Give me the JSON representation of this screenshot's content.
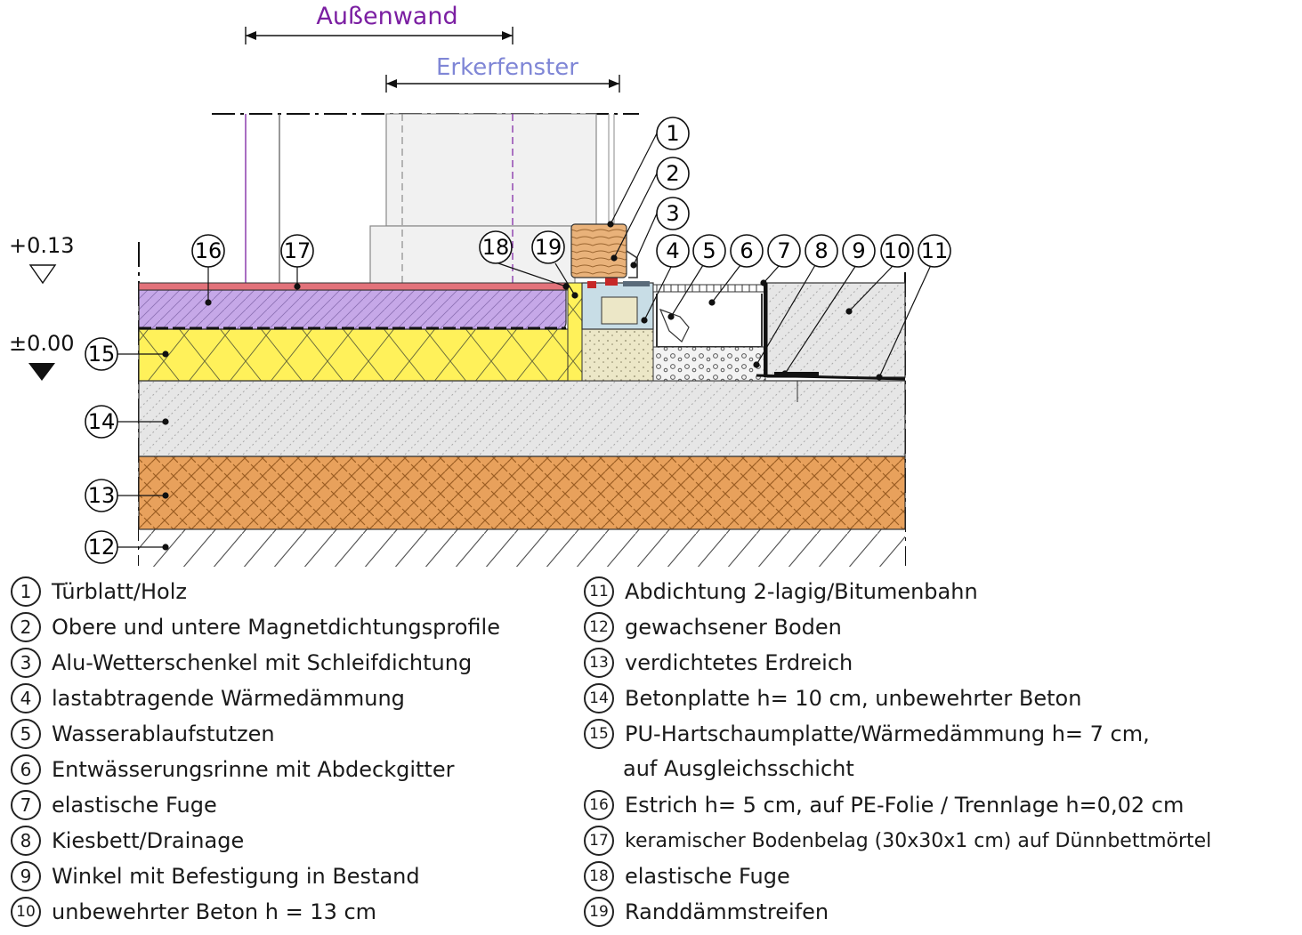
{
  "dimensions": {
    "wall_label": "Außenwand",
    "window_label": "Erkerfenster",
    "wall_color": "#7b1fa2",
    "window_color": "#7f86d6"
  },
  "levels": {
    "upper": "+0.13",
    "lower": "±0.00"
  },
  "layer_colors": {
    "tile": "#e2727a",
    "screed": "#c6a8e8",
    "insulation": "#fff15a",
    "concrete": "#e6e6e6",
    "soil": "#e8a15c",
    "bearing_insulation": "#ece7c7",
    "frame": "#c8dde6",
    "wood": "#e9b27a"
  },
  "callouts": [
    "1",
    "2",
    "3",
    "4",
    "5",
    "6",
    "7",
    "8",
    "9",
    "10",
    "11",
    "12",
    "13",
    "14",
    "15",
    "16",
    "17",
    "18",
    "19"
  ],
  "legend": [
    {
      "num": "1",
      "text": "Türblatt/Holz"
    },
    {
      "num": "2",
      "text": "Obere und untere Magnetdichtungsprofile"
    },
    {
      "num": "3",
      "text": "Alu-Wetterschenkel mit Schleifdichtung"
    },
    {
      "num": "4",
      "text": "lastabtragende Wärmedämmung"
    },
    {
      "num": "5",
      "text": "Wasserablaufstutzen"
    },
    {
      "num": "6",
      "text": "Entwässerungsrinne mit Abdeckgitter"
    },
    {
      "num": "7",
      "text": "elastische Fuge"
    },
    {
      "num": "8",
      "text": "Kiesbett/Drainage"
    },
    {
      "num": "9",
      "text": "Winkel mit Befestigung in Bestand"
    },
    {
      "num": "10",
      "text": "unbewehrter Beton h = 13 cm"
    },
    {
      "num": "11",
      "text": "Abdichtung 2-lagig/Bitumenbahn"
    },
    {
      "num": "12",
      "text": "gewachsener Boden"
    },
    {
      "num": "13",
      "text": "verdichtetes Erdreich"
    },
    {
      "num": "14",
      "text": "Betonplatte h= 10 cm, unbewehrter Beton"
    },
    {
      "num": "15",
      "text": "PU-Hartschaumplatte/Wärmedämmung h= 7 cm,",
      "cont": "auf Ausgleichsschicht"
    },
    {
      "num": "16",
      "text": "Estrich h= 5 cm, auf PE-Folie / Trennlage h=0,02 cm"
    },
    {
      "num": "17",
      "text": "keramischer Bodenbelag (30x30x1 cm) auf Dünnbettmörtel"
    },
    {
      "num": "18",
      "text": "elastische Fuge"
    },
    {
      "num": "19",
      "text": "Randdämmstreifen"
    }
  ]
}
